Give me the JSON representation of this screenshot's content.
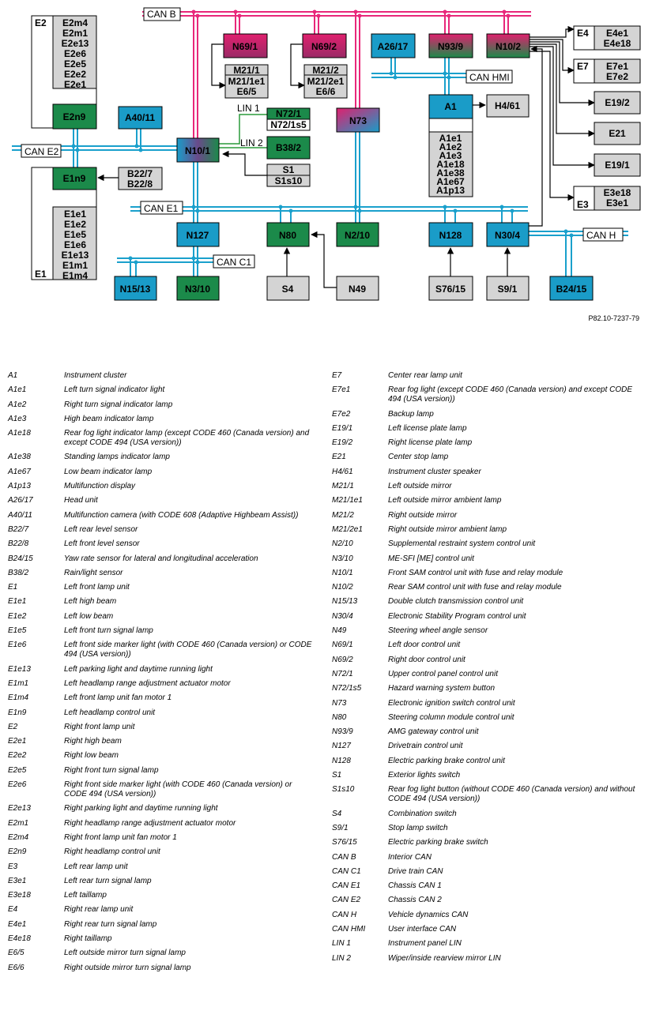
{
  "diagram": {
    "reference": "P82.10-7237-79",
    "bus_labels": {
      "can_b": "CAN B",
      "can_e2": "CAN E2",
      "can_e1": "CAN E1",
      "can_c1": "CAN C1",
      "can_h": "CAN H",
      "can_hmi": "CAN HMI",
      "lin1": "LIN 1",
      "lin2": "LIN 2"
    },
    "modules": {
      "N69_1": "N69/1",
      "N69_2": "N69/2",
      "A26_17": "A26/17",
      "N93_9": "N93/9",
      "N10_2": "N10/2",
      "E2n9": "E2n9",
      "A40_11": "A40/11",
      "N10_1": "N10/1",
      "N73": "N73",
      "A1": "A1",
      "H4_61": "H4/61",
      "N72_1": "N72/1",
      "N72_1s5": "N72/1s5",
      "B38_2": "B38/2",
      "S1": "S1",
      "S1s10": "S1s10",
      "E1n9": "E1n9",
      "N127": "N127",
      "N80": "N80",
      "N2_10": "N2/10",
      "N128": "N128",
      "N30_4": "N30/4",
      "N15_13": "N15/13",
      "N3_10": "N3/10",
      "S4": "S4",
      "N49": "N49",
      "S76_15": "S76/15",
      "S9_1": "S9/1",
      "B24_15": "B24/15",
      "E19_2": "E19/2",
      "E21": "E21",
      "E19_1": "E19/1"
    },
    "groups": {
      "E2_label": "E2",
      "E2_items": [
        "E2m4",
        "E2m1",
        "E2e13",
        "E2e6",
        "E2e5",
        "E2e2",
        "E2e1"
      ],
      "E1_label": "E1",
      "E1_items": [
        "E1e1",
        "E1e2",
        "E1e5",
        "E1e6",
        "E1e13",
        "E1m1",
        "E1m4"
      ],
      "B22": [
        "B22/7",
        "B22/8"
      ],
      "M21_1": [
        "M21/1",
        "M21/1e1",
        "E6/5"
      ],
      "M21_2": [
        "M21/2",
        "M21/2e1",
        "E6/6"
      ],
      "A1_items": [
        "A1e1",
        "A1e2",
        "A1e3",
        "A1e18",
        "A1e38",
        "A1e67",
        "A1p13"
      ],
      "E4_label": "E4",
      "E4_items": [
        "E4e1",
        "E4e18"
      ],
      "E7_label": "E7",
      "E7_items": [
        "E7e1",
        "E7e2"
      ],
      "E3_label": "E3",
      "E3_items": [
        "E3e18",
        "E3e1"
      ]
    }
  },
  "legend_left": [
    {
      "code": "A1",
      "desc": "Instrument cluster"
    },
    {
      "code": "A1e1",
      "desc": "Left turn signal indicator light"
    },
    {
      "code": "A1e2",
      "desc": "Right turn signal indicator lamp"
    },
    {
      "code": "A1e3",
      "desc": "High beam indicator lamp"
    },
    {
      "code": "A1e18",
      "desc": "Rear fog light indicator lamp (except CODE 460 (Canada version) and except CODE 494 (USA version))"
    },
    {
      "code": "A1e38",
      "desc": "Standing lamps indicator lamp"
    },
    {
      "code": "A1e67",
      "desc": "Low beam indicator lamp"
    },
    {
      "code": "A1p13",
      "desc": "Multifunction display"
    },
    {
      "code": "A26/17",
      "desc": "Head unit"
    },
    {
      "code": "A40/11",
      "desc": "Multifunction camera (with CODE 608 (Adaptive Highbeam Assist))"
    },
    {
      "code": "B22/7",
      "desc": "Left rear level sensor"
    },
    {
      "code": "B22/8",
      "desc": "Left front level sensor"
    },
    {
      "code": "B24/15",
      "desc": "Yaw rate sensor for lateral and longitudinal acceleration"
    },
    {
      "code": "B38/2",
      "desc": "Rain/light sensor"
    },
    {
      "code": "E1",
      "desc": "Left front lamp unit"
    },
    {
      "code": "E1e1",
      "desc": "Left high beam"
    },
    {
      "code": "E1e2",
      "desc": "Left low beam"
    },
    {
      "code": "E1e5",
      "desc": "Left front turn signal lamp"
    },
    {
      "code": "E1e6",
      "desc": "Left front side marker light (with CODE 460 (Canada version) or CODE 494 (USA version))"
    },
    {
      "code": "E1e13",
      "desc": "Left parking light and daytime running light"
    },
    {
      "code": "E1m1",
      "desc": "Left headlamp range adjustment actuator motor"
    },
    {
      "code": "E1m4",
      "desc": "Left front lamp unit fan motor 1"
    },
    {
      "code": "E1n9",
      "desc": "Left headlamp control unit"
    },
    {
      "code": "E2",
      "desc": "Right front lamp unit"
    },
    {
      "code": "E2e1",
      "desc": "Right high beam"
    },
    {
      "code": "E2e2",
      "desc": "Right low beam"
    },
    {
      "code": "E2e5",
      "desc": "Right front turn signal lamp"
    },
    {
      "code": "E2e6",
      "desc": "Right front side marker light (with CODE 460 (Canada version) or CODE 494 (USA version))"
    },
    {
      "code": "E2e13",
      "desc": "Right parking light and daytime running light"
    },
    {
      "code": "E2m1",
      "desc": "Right headlamp range adjustment actuator motor"
    },
    {
      "code": "E2m4",
      "desc": "Right front lamp unit fan motor 1"
    },
    {
      "code": "E2n9",
      "desc": "Right headlamp control unit"
    },
    {
      "code": "E3",
      "desc": "Left rear lamp unit"
    },
    {
      "code": "E3e1",
      "desc": "Left rear turn signal lamp"
    },
    {
      "code": "E3e18",
      "desc": "Left taillamp"
    },
    {
      "code": "E4",
      "desc": "Right rear lamp unit"
    },
    {
      "code": "E4e1",
      "desc": "Right rear turn signal lamp"
    },
    {
      "code": "E4e18",
      "desc": "Right taillamp"
    },
    {
      "code": "E6/5",
      "desc": "Left outside mirror turn signal lamp"
    },
    {
      "code": "E6/6",
      "desc": "Right outside mirror turn signal lamp"
    }
  ],
  "legend_right": [
    {
      "code": "E7",
      "desc": "Center rear lamp unit"
    },
    {
      "code": "E7e1",
      "desc": "Rear fog light (except CODE 460 (Canada version) and except CODE 494 (USA version))"
    },
    {
      "code": "E7e2",
      "desc": "Backup lamp"
    },
    {
      "code": "E19/1",
      "desc": "Left license plate lamp"
    },
    {
      "code": "E19/2",
      "desc": "Right license plate lamp"
    },
    {
      "code": "E21",
      "desc": "Center stop lamp"
    },
    {
      "code": "H4/61",
      "desc": "Instrument cluster speaker"
    },
    {
      "code": "M21/1",
      "desc": "Left outside mirror"
    },
    {
      "code": "M21/1e1",
      "desc": "Left outside mirror ambient lamp"
    },
    {
      "code": "M21/2",
      "desc": "Right outside mirror"
    },
    {
      "code": "M21/2e1",
      "desc": "Right outside mirror ambient lamp"
    },
    {
      "code": "N2/10",
      "desc": "Supplemental restraint system control unit"
    },
    {
      "code": "N3/10",
      "desc": "ME-SFI [ME] control unit"
    },
    {
      "code": "N10/1",
      "desc": "Front SAM control unit with fuse and relay module"
    },
    {
      "code": "N10/2",
      "desc": "Rear SAM control unit with fuse and relay module"
    },
    {
      "code": "N15/13",
      "desc": "Double clutch transmission control unit"
    },
    {
      "code": "N30/4",
      "desc": "Electronic Stability Program control unit"
    },
    {
      "code": "N49",
      "desc": "Steering wheel angle sensor"
    },
    {
      "code": "N69/1",
      "desc": "Left door control unit"
    },
    {
      "code": "N69/2",
      "desc": "Right door control unit"
    },
    {
      "code": "N72/1",
      "desc": "Upper control panel control unit"
    },
    {
      "code": "N72/1s5",
      "desc": "Hazard warning system button"
    },
    {
      "code": "N73",
      "desc": "Electronic ignition switch control unit"
    },
    {
      "code": "N80",
      "desc": "Steering column module control unit"
    },
    {
      "code": "N93/9",
      "desc": "AMG gateway control unit"
    },
    {
      "code": "N127",
      "desc": "Drivetrain control unit"
    },
    {
      "code": "N128",
      "desc": "Electric parking brake control unit"
    },
    {
      "code": "S1",
      "desc": "Exterior lights switch"
    },
    {
      "code": "S1s10",
      "desc": "Rear fog light button (without CODE 460 (Canada version) and without CODE 494 (USA version))"
    },
    {
      "code": "S4",
      "desc": "Combination switch"
    },
    {
      "code": "S9/1",
      "desc": "Stop lamp switch"
    },
    {
      "code": "S76/15",
      "desc": "Electric parking brake switch"
    },
    {
      "code": "CAN B",
      "desc": "Interior CAN"
    },
    {
      "code": "CAN C1",
      "desc": "Drive train CAN"
    },
    {
      "code": "CAN E1",
      "desc": "Chassis CAN 1"
    },
    {
      "code": "CAN E2",
      "desc": "Chassis CAN 2"
    },
    {
      "code": "CAN H",
      "desc": "Vehicle dynamics CAN"
    },
    {
      "code": "CAN HMI",
      "desc": "User interface CAN"
    },
    {
      "code": "LIN 1",
      "desc": "Instrument panel LIN"
    },
    {
      "code": "LIN 2",
      "desc": "Wiper/inside rearview mirror LIN"
    }
  ],
  "colors": {
    "can_b": "#e8287a",
    "can_blue": "#1aa0cc",
    "lin": "#2a9a3a",
    "blue_module": "#1a9cc8",
    "green_module": "#1b8a4a",
    "pink_module": "#e0206e",
    "gray_box": "#d4d4d4"
  }
}
